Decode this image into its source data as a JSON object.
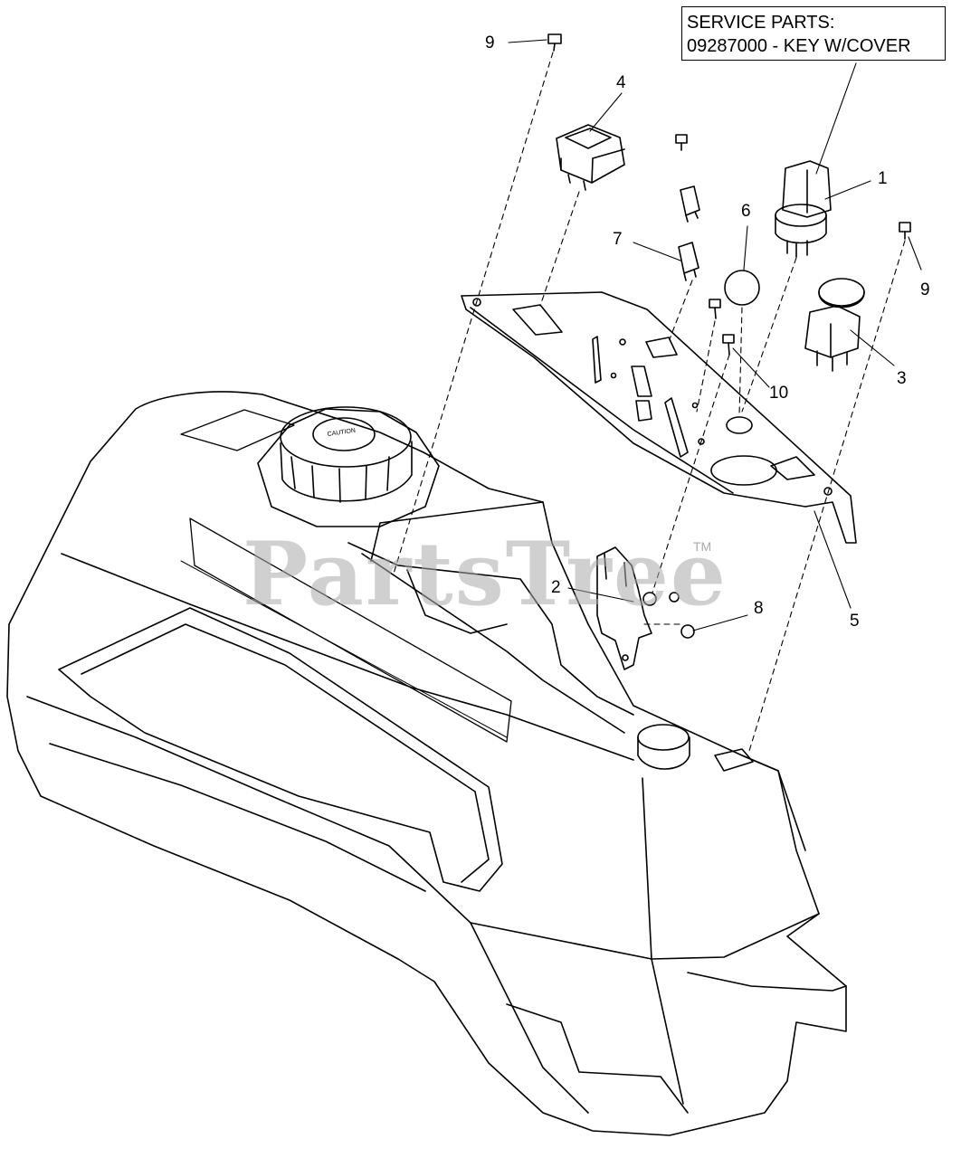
{
  "service_parts": {
    "line1": "SERVICE PARTS:",
    "line2": "09287000 - KEY W/COVER"
  },
  "callouts": [
    {
      "id": "c1",
      "text": "1"
    },
    {
      "id": "c2",
      "text": "2"
    },
    {
      "id": "c3",
      "text": "3"
    },
    {
      "id": "c4",
      "text": "4"
    },
    {
      "id": "c5",
      "text": "5"
    },
    {
      "id": "c6",
      "text": "6"
    },
    {
      "id": "c7",
      "text": "7"
    },
    {
      "id": "c8",
      "text": "8"
    },
    {
      "id": "c9a",
      "text": "9"
    },
    {
      "id": "c9b",
      "text": "9"
    },
    {
      "id": "c10",
      "text": "10"
    }
  ],
  "watermark": {
    "text": "PartsTree",
    "mark": "TM"
  }
}
